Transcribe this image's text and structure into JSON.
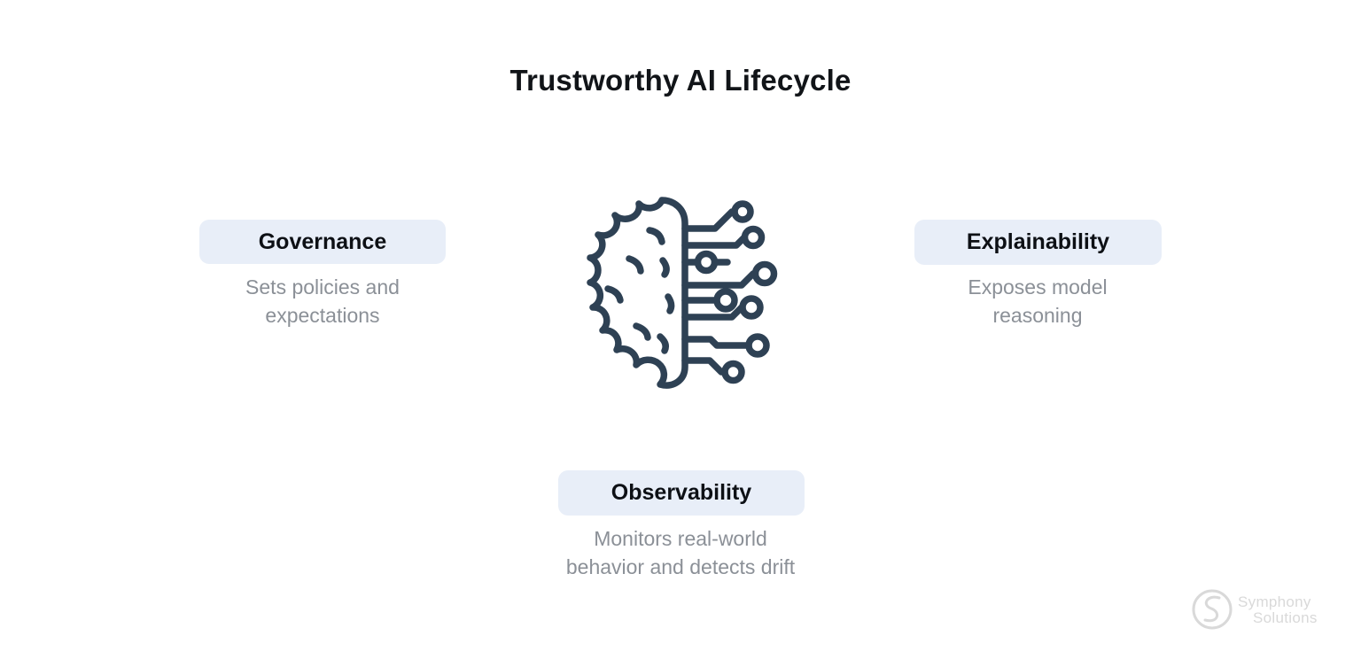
{
  "title": "Trustworthy AI Lifecycle",
  "items": [
    {
      "id": "governance",
      "label": "Governance",
      "lines": [
        "Sets policies and",
        "expectations"
      ]
    },
    {
      "id": "explainability",
      "label": "Explainability",
      "lines": [
        "Exposes model",
        "reasoning"
      ]
    },
    {
      "id": "observability",
      "label": "Observability",
      "lines": [
        "Monitors real-world",
        "behavior and detects drift"
      ]
    }
  ],
  "center_icon": "ai-brain-circuit",
  "watermark": {
    "line1": "Symphony",
    "line2": "Solutions"
  },
  "colors": {
    "background": "#ffffff",
    "pill_bg": "#e8eef8",
    "pill_text": "#0d1015",
    "title_text": "#111418",
    "subtitle_text": "#8b9097",
    "icon_stroke": "#2e4154",
    "watermark_text": "#d9d9d9"
  }
}
